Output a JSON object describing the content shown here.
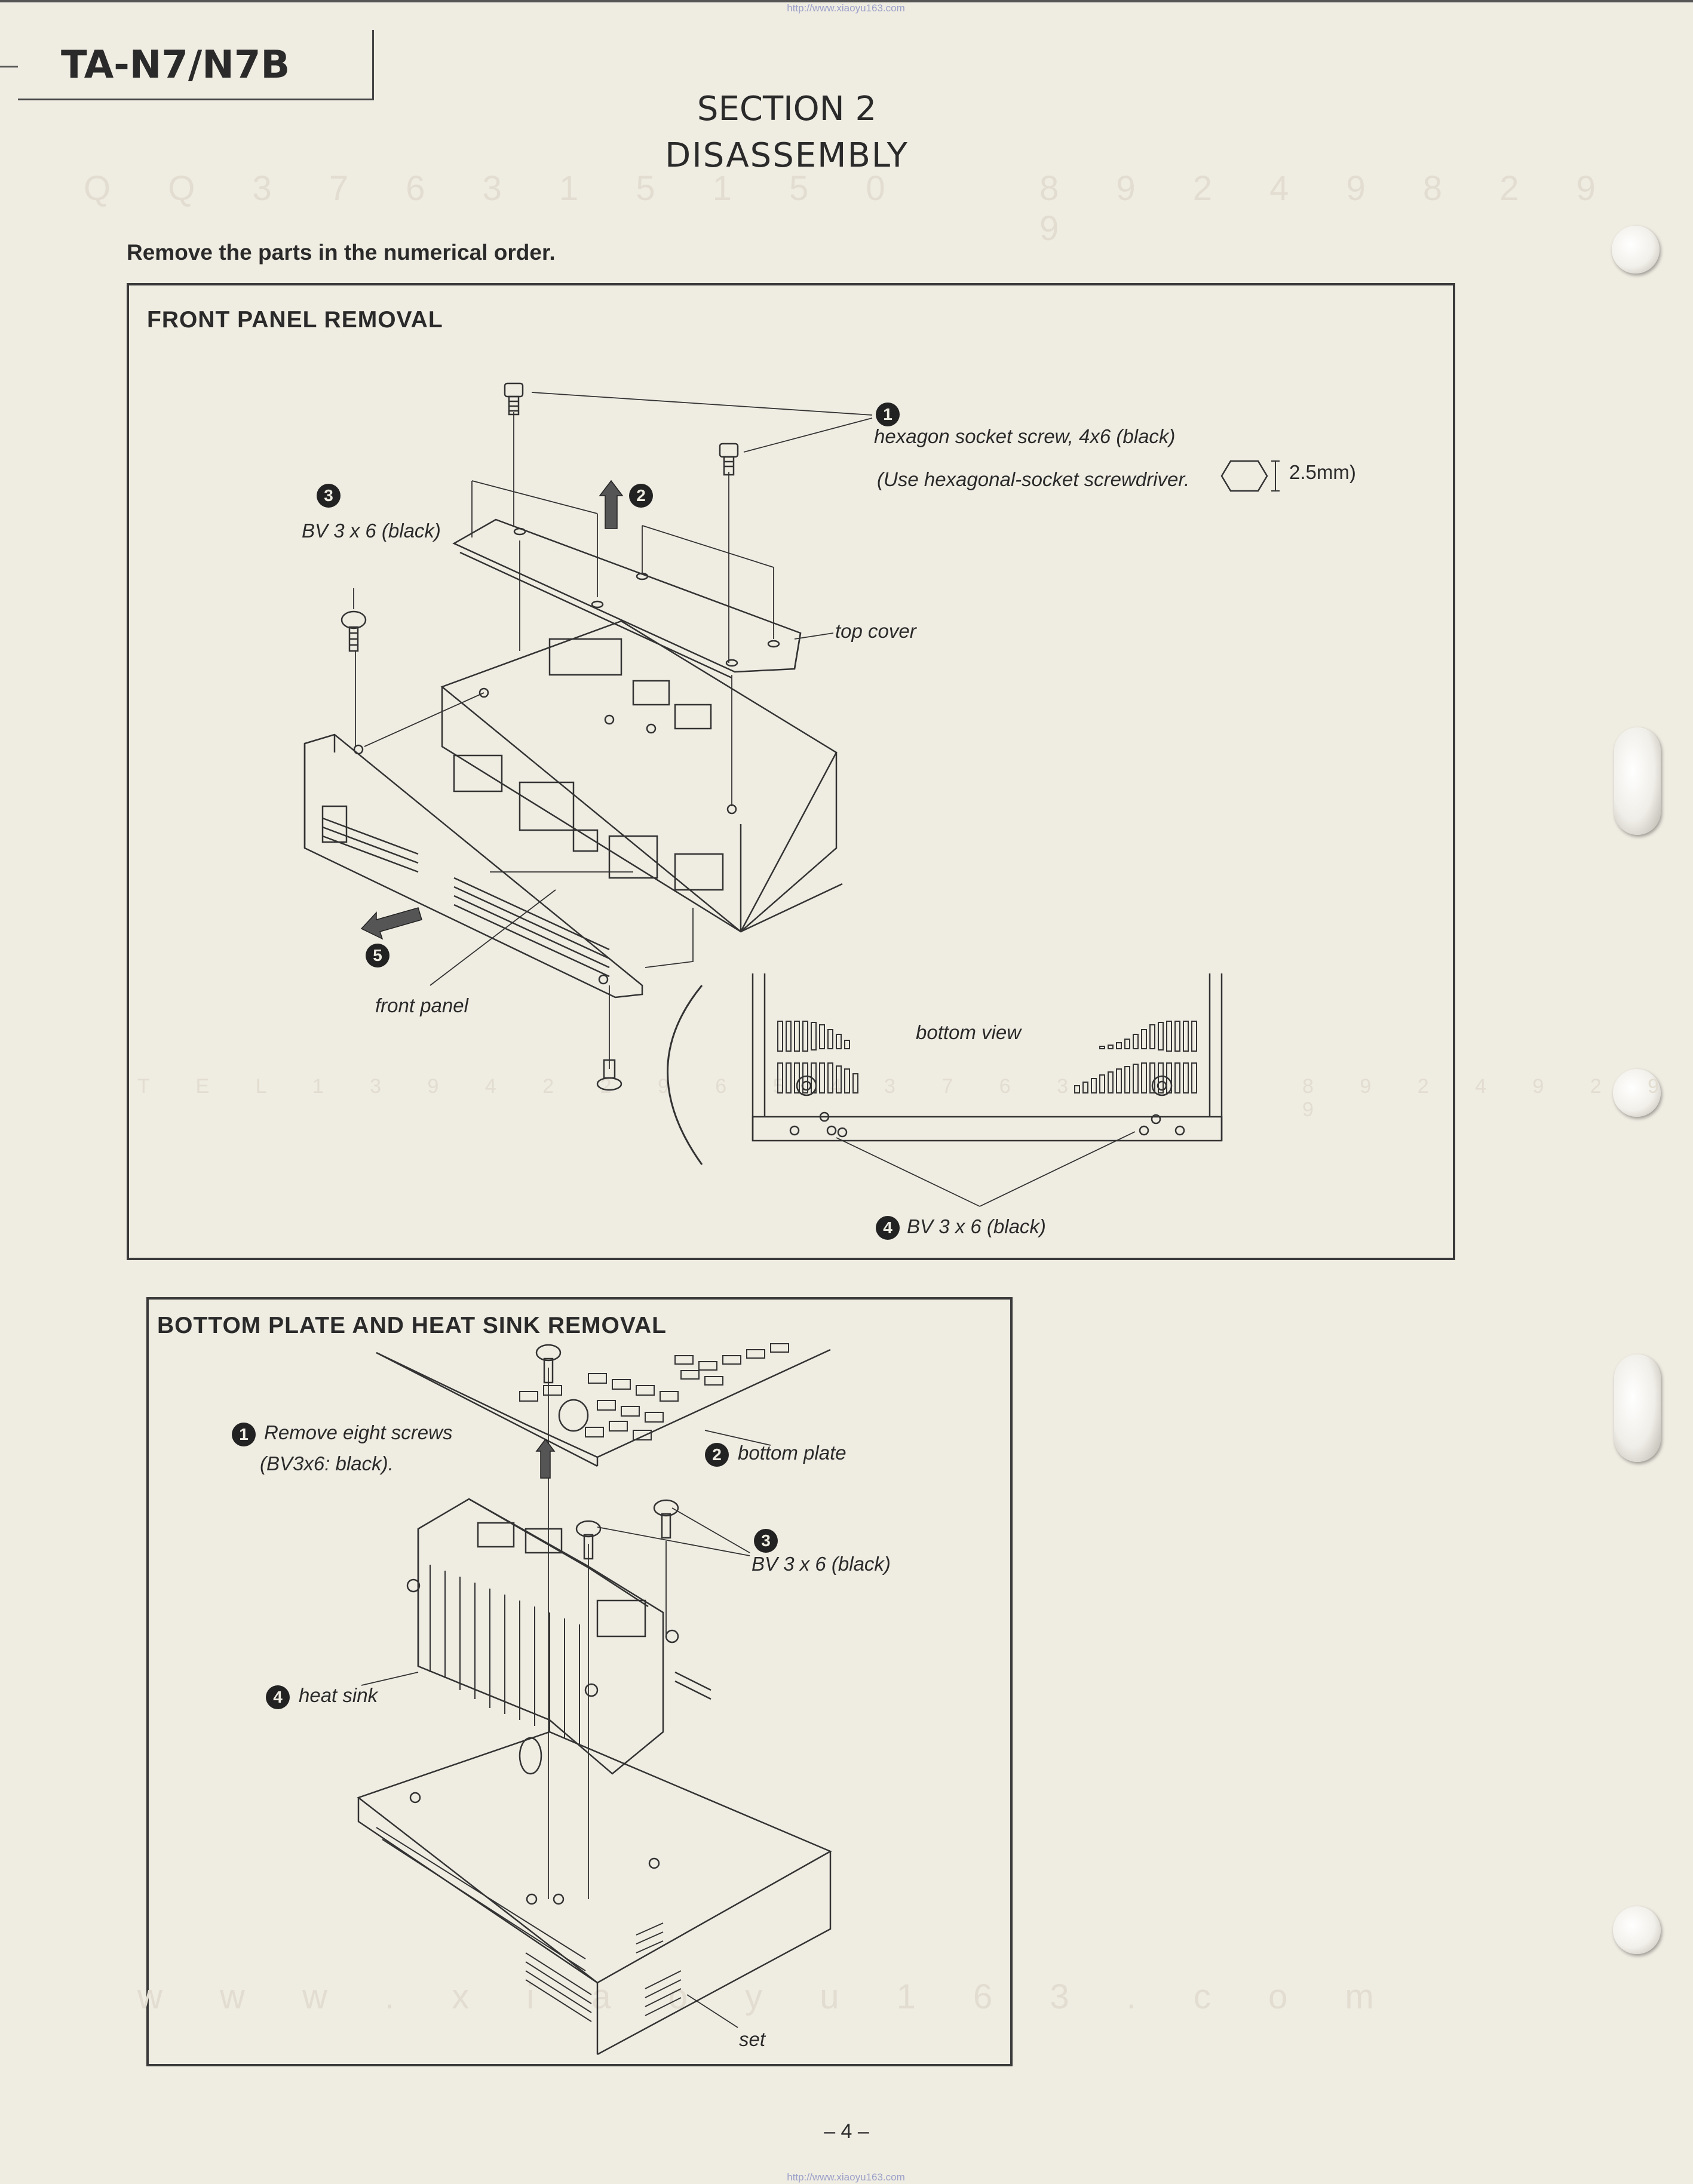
{
  "url_top": "http://www.xiaoyu163.com",
  "url_bottom": "http://www.xiaoyu163.com",
  "model": "TA-N7/N7B",
  "section": "SECTION 2",
  "title": "DISASSEMBLY",
  "intro": "Remove the parts in the numerical order.",
  "watermarks": {
    "qq": "Q Q   3 7 6 3 1 5 1 5 0",
    "qq_right": "8 9 2 4 9 8 2 9 9",
    "tel": "T E L   1 3 9 4 2 2 9 6 5 4",
    "tel_mid": "3 7 6 3",
    "tel_right": "8 9 2 4 9   2 9 9",
    "www": "w w w . x i a o y u 1 6 3 . c o m"
  },
  "front_panel": {
    "title": "FRONT PANEL REMOVAL",
    "steps": {
      "s1": "1",
      "s2": "2",
      "s3": "3",
      "s4": "4",
      "s5": "5"
    },
    "labels": {
      "hex_screw": "hexagon socket screw, 4x6 (black)",
      "hex_note": "(Use hexagonal-socket screwdriver.",
      "hex_size": "2.5mm)",
      "bv_screw_3": "BV 3 x 6 (black)",
      "top_cover": "top cover",
      "front_panel": "front panel",
      "bottom_view": "bottom view",
      "bv_screw_4": "BV 3 x 6 (black)"
    }
  },
  "bottom_plate": {
    "title": "BOTTOM PLATE AND HEAT SINK REMOVAL",
    "steps": {
      "s1": "1",
      "s2": "2",
      "s3": "3",
      "s4": "4"
    },
    "labels": {
      "remove_screws": "Remove eight screws",
      "remove_screws_2": "(BV3x6: black).",
      "bottom_plate": "bottom plate",
      "bv_screw": "BV 3 x 6 (black)",
      "heat_sink": "heat sink",
      "set": "set"
    }
  },
  "page_number": "– 4 –"
}
